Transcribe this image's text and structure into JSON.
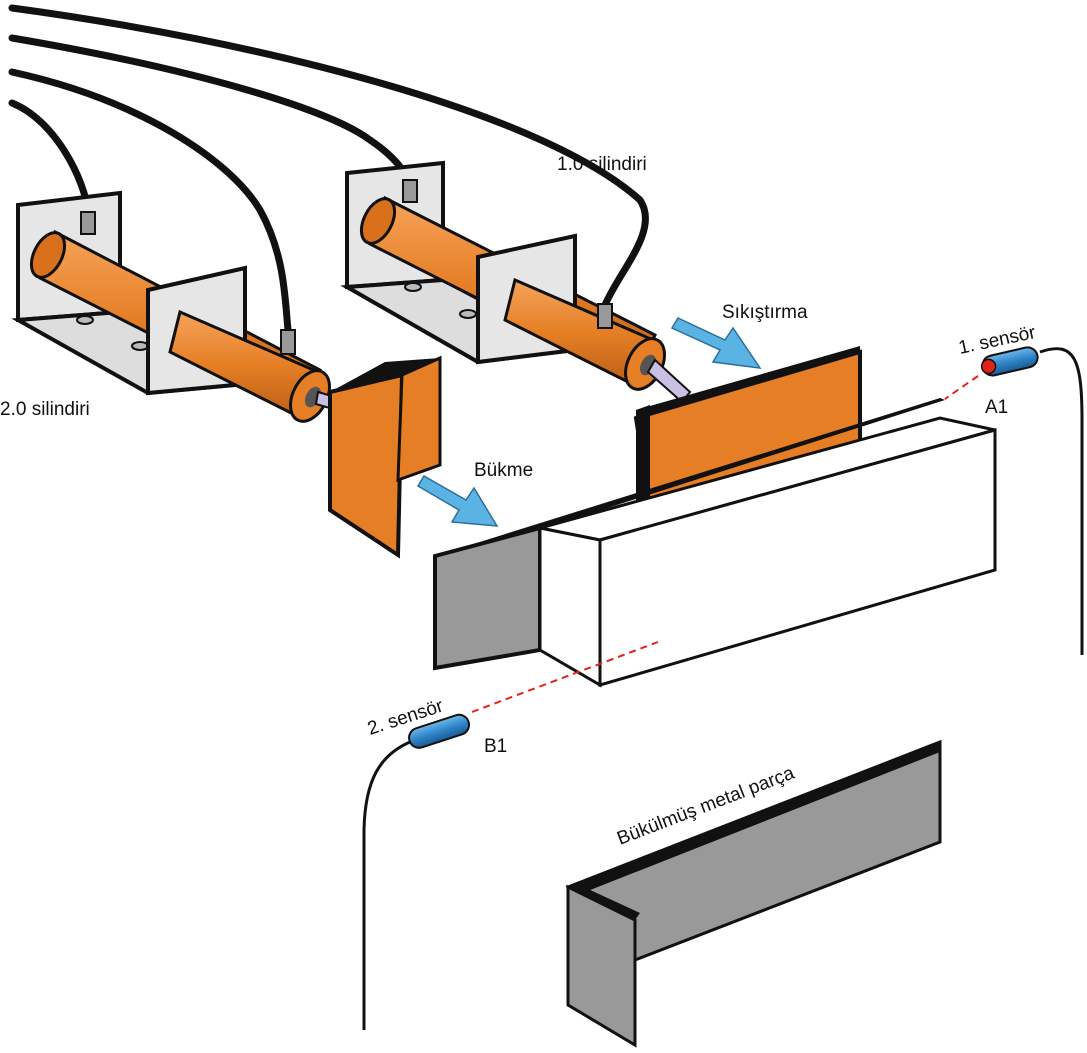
{
  "labels": {
    "cylinder_1": "1.0 silindiri",
    "cylinder_2": "2.0 silindiri",
    "clamp": "Sıkıştırma",
    "bend": "Bükme",
    "sensor_1": "1. sensör",
    "sensor_1_code": "A1",
    "sensor_2": "2. sensör",
    "sensor_2_code": "B1",
    "bent_part": "Bükülmüş metal parça"
  },
  "colors": {
    "cylinder": "#e57e25",
    "plate": "#e57e25",
    "bracket": "#e6e6e6",
    "hose": "#111111",
    "rod": "#c9c0e3",
    "arrow": "#5ab3e3",
    "sensor_body": "#2f86c9",
    "sensor_led": "#e2231a",
    "beam": "#e2231a",
    "steel": "#9a9a9a",
    "block": "#ffffff"
  },
  "icons": {
    "flow_arrow": "arrow-right-down-icon",
    "sensor": "proximity-sensor-icon"
  }
}
